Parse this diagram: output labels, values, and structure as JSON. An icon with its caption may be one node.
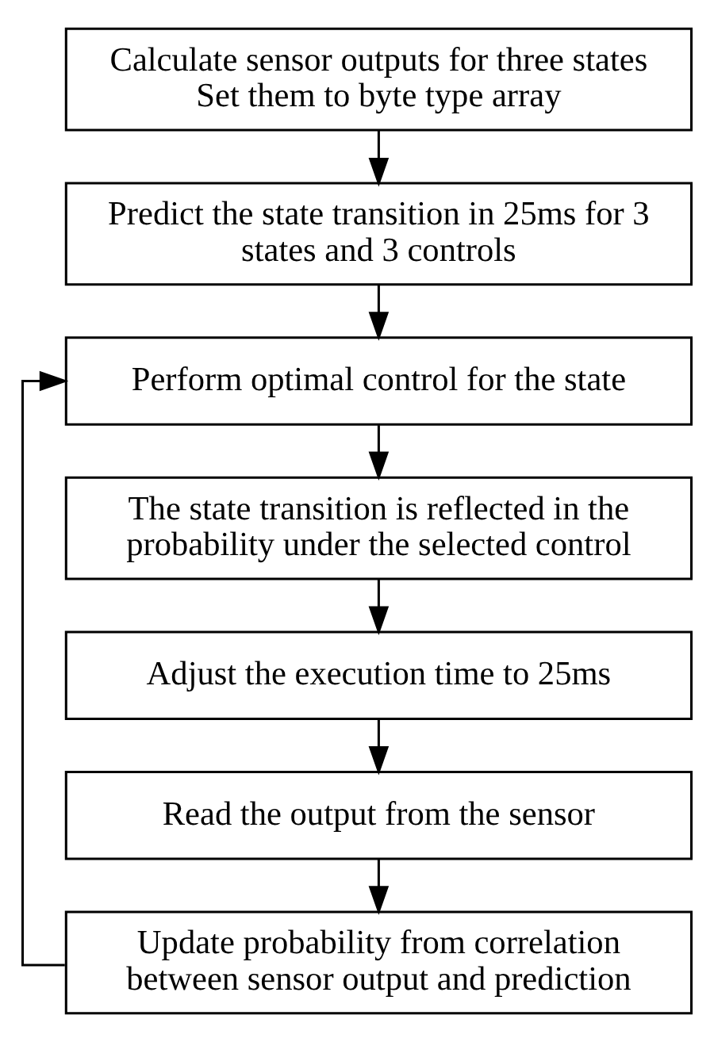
{
  "diagram": {
    "nodes": [
      {
        "text": [
          "Calculate sensor outputs for three states Set them to byte type array"
        ]
      },
      {
        "text": [
          "Predict the state transition in 25ms for 3 states and 3 controls"
        ]
      },
      {
        "text": [
          "Perform optimal control for the state"
        ]
      },
      {
        "text": [
          "The state transition is reflected in the probability under the selected control"
        ]
      },
      {
        "text": [
          "Adjust the execution time to 25ms"
        ]
      },
      {
        "text": [
          "Read the output from the sensor"
        ]
      },
      {
        "text": [
          "Update probability from correlation between sensor output and prediction"
        ]
      }
    ],
    "edges": [
      {
        "from": 0,
        "to": 1,
        "arrow": "to"
      },
      {
        "from": 1,
        "to": 2,
        "arrow": "to"
      },
      {
        "from": 2,
        "to": 3,
        "arrow": "to"
      },
      {
        "from": 3,
        "to": 4,
        "arrow": "to"
      },
      {
        "from": 4,
        "to": 5,
        "arrow": "to"
      },
      {
        "from": 5,
        "to": 6,
        "arrow": "to"
      },
      {
        "from": 6,
        "to": 2,
        "arrow": "to"
      }
    ]
  }
}
